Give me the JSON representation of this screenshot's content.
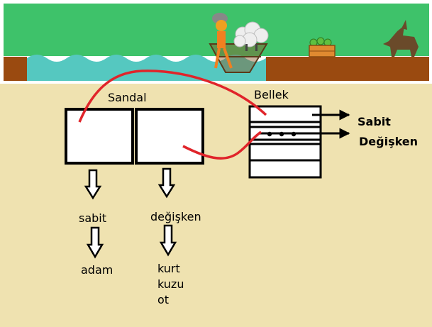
{
  "colors": {
    "background": "#efe2b0",
    "sky": "#ffffff",
    "grass": "#3ec26a",
    "water": "#55c8c0",
    "soil": "#9a4a10",
    "connector": "#e0242a",
    "outline": "#000000"
  },
  "scene": {
    "icons": [
      "farmer-icon",
      "boat-icon",
      "sheep-icon",
      "cabbage-crate-icon",
      "wolf-icon"
    ]
  },
  "diagram": {
    "boat_title": "Sandal",
    "memory_title": "Bellek",
    "memory_rows": [
      "Sabit",
      "Değişken"
    ],
    "slot_row_dots": "• • •",
    "left_slot": {
      "type_label": "sabit",
      "values": [
        "adam"
      ]
    },
    "right_slot": {
      "type_label": "değişken",
      "values": [
        "kurt",
        "kuzu",
        "ot"
      ]
    }
  }
}
